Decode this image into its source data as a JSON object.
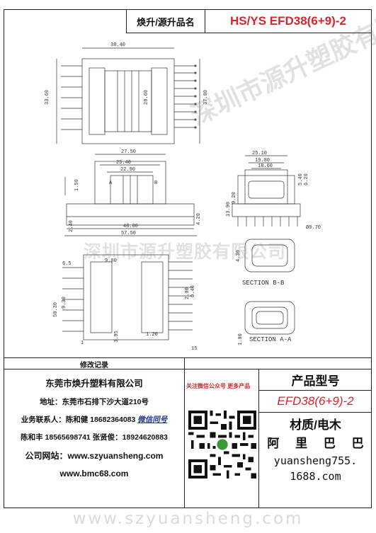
{
  "header": {
    "label": "焕升/源升品名",
    "value": "HS/YS EFD38(6+9)-2"
  },
  "drawing": {
    "dims": {
      "top_width": "38.40",
      "top_height_left": "33.60",
      "top_height_right": "37.00",
      "top_inner": "20.60",
      "w1": "27.50",
      "w2": "25.40",
      "w3": "22.90",
      "h_left": "1.50",
      "h_small": "2.40",
      "pin_h": "4.20",
      "len1": "48.00",
      "len2": "57.50",
      "side1": "25.10",
      "side2": "19.80",
      "side3": "18.60",
      "side_h1": "5.40",
      "side_h2": "6.20",
      "side_h3": "9.20",
      "side_h4": "13.90",
      "pin_dia": "Ø0.70",
      "sec_h": "4.30",
      "sec_h2": "1.00",
      "b1": "6.5",
      "b2": "9.00",
      "b3": "50.30",
      "b4": "9.30",
      "b5": "2.00",
      "b6": "1.20",
      "b7": "3.95",
      "b8": "0.40",
      "b9": "15"
    },
    "section_a": "SECTION A-A",
    "section_b": "SECTION B-B",
    "label_a": "A",
    "label_b": "B",
    "pin_count": "1",
    "watermark": "深圳市源升塑胶有限公司"
  },
  "revision_label": "修改记录",
  "company": {
    "name": "东莞市焕升塑料有限公司",
    "address": "地址：东莞市石排下沙大道210号",
    "contact1_label": "业务联系人：陈和健 18682364083",
    "contact1_wechat": "微信同号",
    "contact2": "陈和丰 18565698741 张贤俊：18924620883",
    "website1": "公司网站：www.szyuansheng.com",
    "website2": "www.bmc68.com"
  },
  "follow_text": "关注微信公众号 更多产品",
  "product": {
    "title": "产品型号",
    "model": "EFD38(6+9)-2",
    "material": "材质/电木",
    "ali": [
      "阿",
      "里",
      "巴",
      "巴"
    ],
    "shop_line1": "yuansheng755.",
    "shop_line2": "1688.com"
  },
  "footer": "www.szyuansheng.com"
}
